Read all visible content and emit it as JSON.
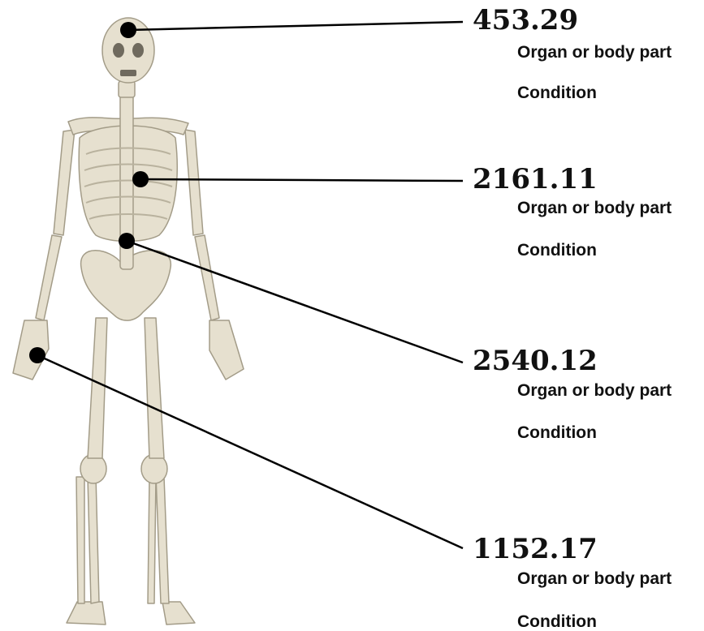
{
  "callouts": [
    {
      "value": "453.29",
      "part_label": "Organ or body part",
      "condition_label": "Condition"
    },
    {
      "value": "2161.11",
      "part_label": "Organ or body part",
      "condition_label": "Condition"
    },
    {
      "value": "2540.12",
      "part_label": "Organ or body part",
      "condition_label": "Condition"
    },
    {
      "value": "1152.17",
      "part_label": "Organ or body part",
      "condition_label": "Condition"
    }
  ],
  "colors": {
    "bone": "#e6e0cf",
    "bone_shade": "#b9b29e",
    "line": "#000000",
    "text": "#111111"
  }
}
